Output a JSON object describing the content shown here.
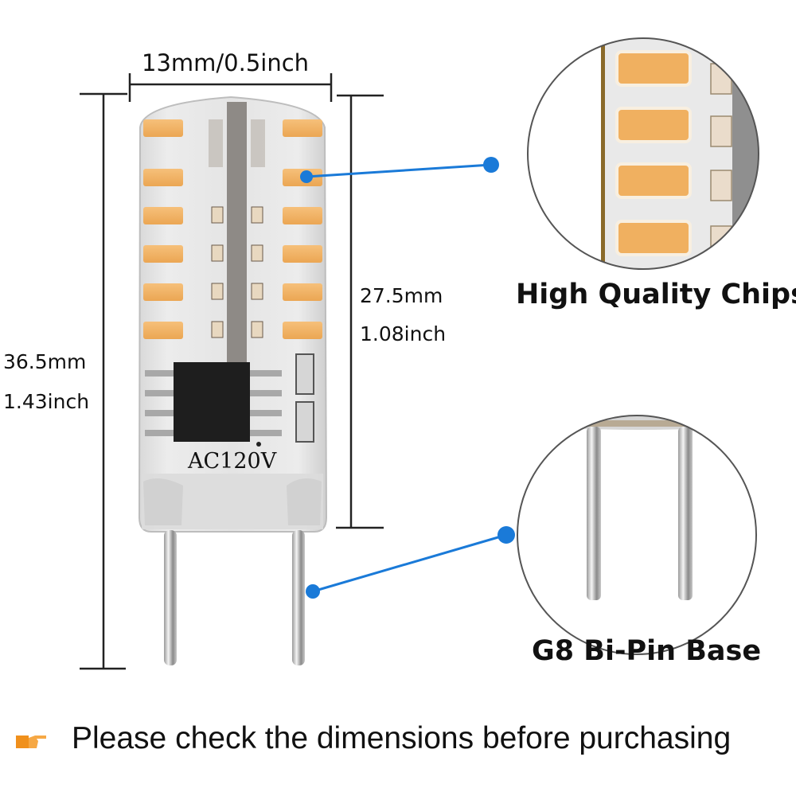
{
  "dimensions": {
    "width": "13mm/0.5inch",
    "total_height_mm": "36.5mm",
    "total_height_in": "1.43inch",
    "body_height_mm": "27.5mm",
    "body_height_in": "1.08inch"
  },
  "product": {
    "voltage_marking": "AC120V"
  },
  "callouts": [
    {
      "label": "High Quality Chips"
    },
    {
      "label": "G8 Bi-Pin Base"
    }
  ],
  "note": {
    "icon": "pointing-hand-icon",
    "text": "Please check the dimensions before purchasing"
  },
  "colors": {
    "callout_blue": "#1a7ad8",
    "led_amber": "#f0b060",
    "note_icon_orange": "#f0901c"
  }
}
